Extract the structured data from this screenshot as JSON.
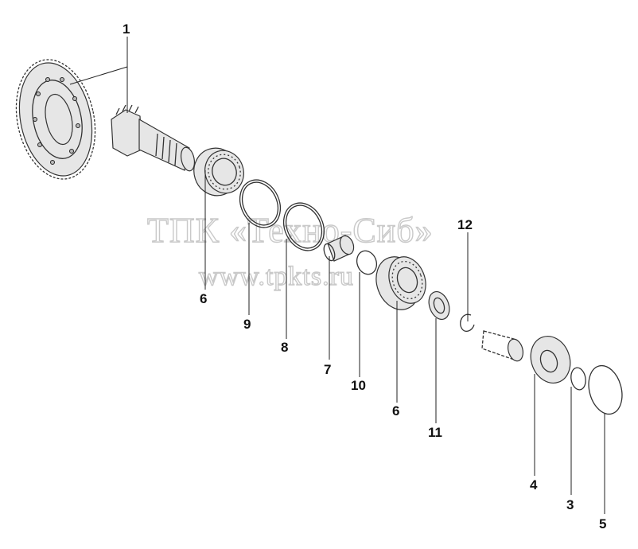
{
  "watermark": {
    "line1": "ТПК «Техно-Сиб»",
    "line2": "www.tpkts.ru"
  },
  "callouts": [
    {
      "id": "c1",
      "text": "1"
    },
    {
      "id": "c6a",
      "text": "6"
    },
    {
      "id": "c9",
      "text": "9"
    },
    {
      "id": "c8",
      "text": "8"
    },
    {
      "id": "c7",
      "text": "7"
    },
    {
      "id": "c10",
      "text": "10"
    },
    {
      "id": "c6b",
      "text": "6"
    },
    {
      "id": "c12",
      "text": "12"
    },
    {
      "id": "c11",
      "text": "11"
    },
    {
      "id": "c4",
      "text": "4"
    },
    {
      "id": "c3",
      "text": "3"
    },
    {
      "id": "c5",
      "text": "5"
    }
  ]
}
